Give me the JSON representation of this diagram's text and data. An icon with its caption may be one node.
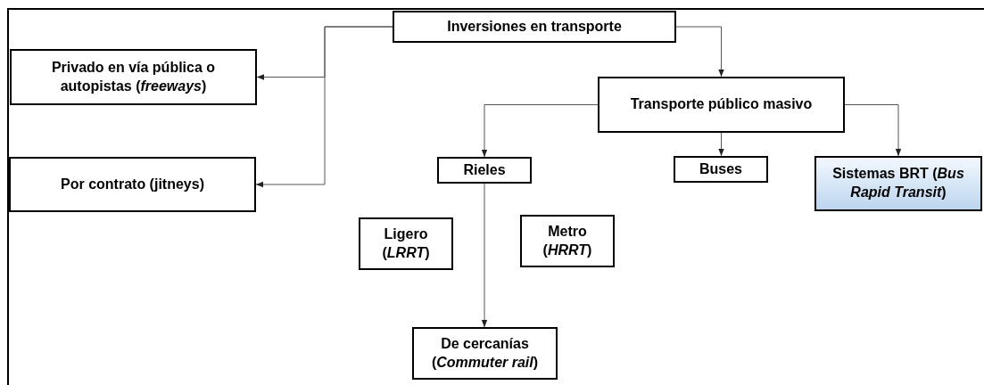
{
  "diagram": {
    "nodes": [
      {
        "text": [
          "Inversiones en transporte"
        ]
      },
      {
        "text": [
          "Privado en vía pública o autopistas (*freeways*)"
        ]
      },
      {
        "text": [
          "Por contrato (jitneys)"
        ]
      },
      {
        "text": [
          "Transporte público masivo"
        ]
      },
      {
        "text": [
          "Rieles"
        ]
      },
      {
        "text": [
          "Buses"
        ]
      },
      {
        "text": [
          "Sistemas BRT (*Bus Rapid Transit*)"
        ]
      },
      {
        "text": [
          "Ligero (*LRRT*)"
        ]
      },
      {
        "text": [
          "Metro (*HRRT*)"
        ]
      },
      {
        "text": [
          "De cercanías (*Commuter rail*)"
        ]
      }
    ],
    "edges": [
      {
        "from": 0,
        "to": 1,
        "arrow": "to"
      },
      {
        "from": 0,
        "to": 2,
        "arrow": "to"
      },
      {
        "from": 0,
        "to": 3,
        "arrow": "to"
      },
      {
        "from": 3,
        "to": 4,
        "arrow": "to"
      },
      {
        "from": 3,
        "to": 5,
        "arrow": "to"
      },
      {
        "from": 3,
        "to": 6,
        "arrow": "to"
      },
      {
        "from": 4,
        "to": 9,
        "arrow": "to"
      }
    ]
  }
}
